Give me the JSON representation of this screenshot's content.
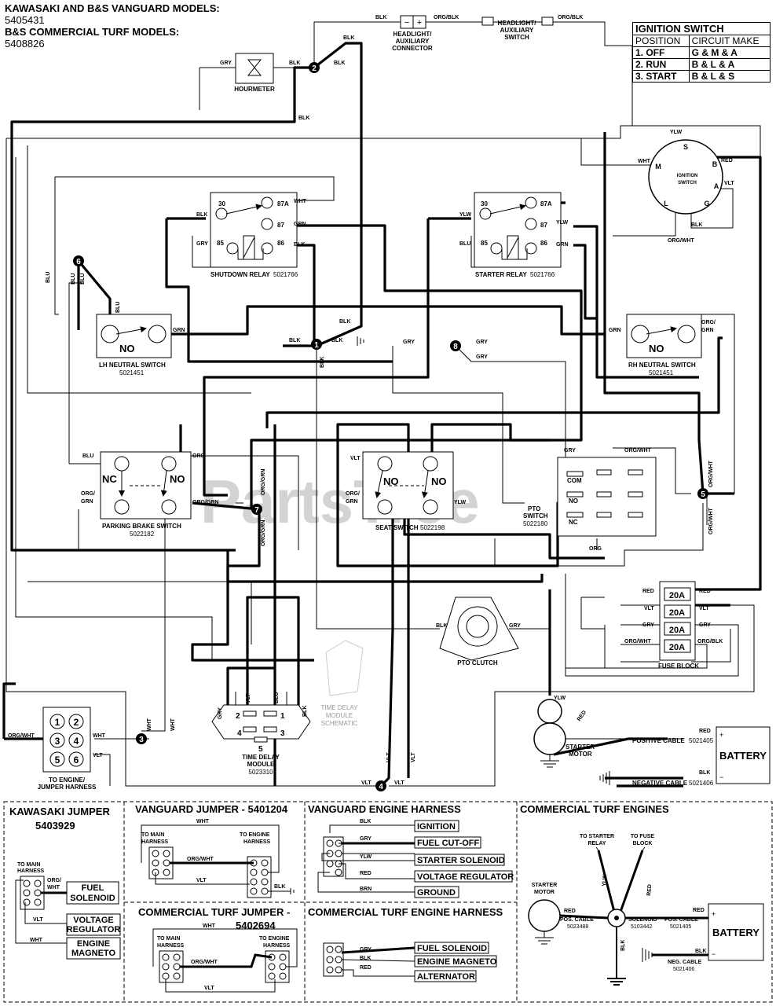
{
  "header": {
    "line1": "KAWASAKI AND B&S VANGUARD MODELS:",
    "line2": "5405431",
    "line3": "B&S COMMERCIAL TURF MODELS:",
    "line4": "5408826"
  },
  "ignition_table": {
    "title": "IGNITION SWITCH",
    "col1": "POSITION",
    "col2": "CIRCUIT MAKE",
    "rows": [
      {
        "pos": "1. OFF",
        "make": "G & M & A"
      },
      {
        "pos": "2. RUN",
        "make": "B & L & A"
      },
      {
        "pos": "3. START",
        "make": "B & L & S"
      }
    ]
  },
  "components": {
    "hourmeter": "HOURMETER",
    "headlight_conn": [
      "HEADLIGHT/",
      "AUXILIARY",
      "CONNECTOR"
    ],
    "headlight_switch": [
      "HEADLIGHT/",
      "AUXILIARY",
      "SWITCH"
    ],
    "ign_switch": [
      "IGNITION",
      "SWITCH"
    ],
    "shutdown_relay": "SHUTDOWN RELAY",
    "shutdown_relay_pn": "5021766",
    "starter_relay": "STARTER RELAY",
    "starter_relay_pn": "5021766",
    "lh_neutral": "LH NEUTRAL SWITCH",
    "lh_neutral_pn": "5021451",
    "rh_neutral": "RH NEUTRAL SWITCH",
    "rh_neutral_pn": "5021451",
    "no": "NO",
    "nc": "NC",
    "parking_brake": "PARKING BRAKE SWITCH",
    "parking_brake_pn": "5022182",
    "seat_switch": "SEAT SWITCH",
    "seat_switch_pn": "5022198",
    "pto_switch": [
      "PTO",
      "SWITCH"
    ],
    "pto_switch_pn": "5022180",
    "com": "COM",
    "pto_clutch": "PTO CLUTCH",
    "fuse_block": "FUSE BLOCK",
    "fuse": "20A",
    "time_delay": [
      "TIME DELAY",
      "MODULE"
    ],
    "time_delay_pn": "5023310",
    "time_delay_schem": [
      "TIME DELAY",
      "MODULE",
      "SCHEMATIC"
    ],
    "engine_conn": [
      "TO ENGINE/",
      "JUMPER HARNESS"
    ],
    "starter_motor": [
      "STARTER",
      "MOTOR"
    ],
    "battery": "BATTERY",
    "pos_cable": "POSITIVE CABLE",
    "pos_cable_pn": "5021405",
    "neg_cable": "NEGATIVE CABLE",
    "neg_cable_pn": "5021406",
    "watermark": "PartsTree"
  },
  "wire_labels": {
    "blk": "BLK",
    "gry": "GRY",
    "grn": "GRN",
    "blu": "BLU",
    "ylw": "YLW",
    "red": "RED",
    "vlt": "VLT",
    "wht": "WHT",
    "org": "ORG",
    "org_blk": "ORG/BLK",
    "org_wht": "ORG/WHT",
    "org_grn": "ORG/GRN",
    "org_sl": "ORG/",
    "grn_only": "GRN",
    "term_30": "30",
    "term_87a": "87A",
    "term_87": "87",
    "term_85": "85",
    "term_86": "86",
    "ign_s": "S",
    "ign_b": "B",
    "ign_a": "A",
    "ign_g": "G",
    "ign_l": "L",
    "ign_m": "M"
  },
  "splices": [
    "1",
    "2",
    "3",
    "4",
    "5",
    "6",
    "7",
    "8"
  ],
  "engine_conn_pins": [
    "1",
    "2",
    "3",
    "4",
    "5",
    "6"
  ],
  "td_pins": [
    "1",
    "2",
    "3",
    "4",
    "5"
  ],
  "panels": {
    "kawasaki": {
      "title": "KAWASAKI JUMPER",
      "pn": "5403929",
      "to_main": [
        "TO MAIN",
        "HARNESS"
      ],
      "fuel_sol": [
        "FUEL",
        "SOLENOID"
      ],
      "volt_reg": [
        "VOLTAGE",
        "REGULATOR"
      ],
      "engine_mag": [
        "ENGINE",
        "MAGNETO"
      ]
    },
    "vanguard_jumper": {
      "title": "VANGUARD JUMPER - 5401204",
      "to_main": [
        "TO MAIN",
        "HARNESS"
      ],
      "to_engine": [
        "TO ENGINE",
        "HARNESS"
      ]
    },
    "vanguard_engine": {
      "title": "VANGUARD ENGINE HARNESS",
      "items": [
        "IGNITION",
        "FUEL CUT-OFF",
        "STARTER SOLENOID",
        "VOLTAGE REGULATOR",
        "GROUND"
      ],
      "wires": [
        "BLK",
        "GRY",
        "YLW",
        "RED",
        "BRN"
      ]
    },
    "commercial_engines": {
      "title": "COMMERCIAL TURF ENGINES",
      "to_starter_relay": [
        "TO STARTER",
        "RELAY"
      ],
      "to_fuse_block": [
        "TO FUSE",
        "BLOCK"
      ],
      "starter_motor": [
        "STARTER",
        "MOTOR"
      ],
      "pos_cable_left": "POS. CABLE",
      "pos_cable_left_pn": "5023488",
      "solenoid": "SOLENOID",
      "solenoid_pn": "5103442",
      "pos_cable_right": "POS. CABLE",
      "pos_cable_right_pn": "5021405",
      "neg_cable": "NEG. CABLE",
      "neg_cable_pn": "5021406",
      "battery": "BATTERY"
    },
    "commercial_jumper": {
      "title": "COMMERCIAL TURF JUMPER -",
      "pn": "5402694",
      "to_main": [
        "TO MAIN",
        "HARNESS"
      ],
      "to_engine": [
        "TO ENGINE",
        "HARNESS"
      ]
    },
    "commercial_harness": {
      "title": "COMMERCIAL TURF ENGINE HARNESS",
      "items": [
        "FUEL SOLENOID",
        "ENGINE MAGNETO",
        "ALTERNATOR"
      ],
      "wires": [
        "GRY",
        "BLK",
        "RED"
      ]
    }
  }
}
